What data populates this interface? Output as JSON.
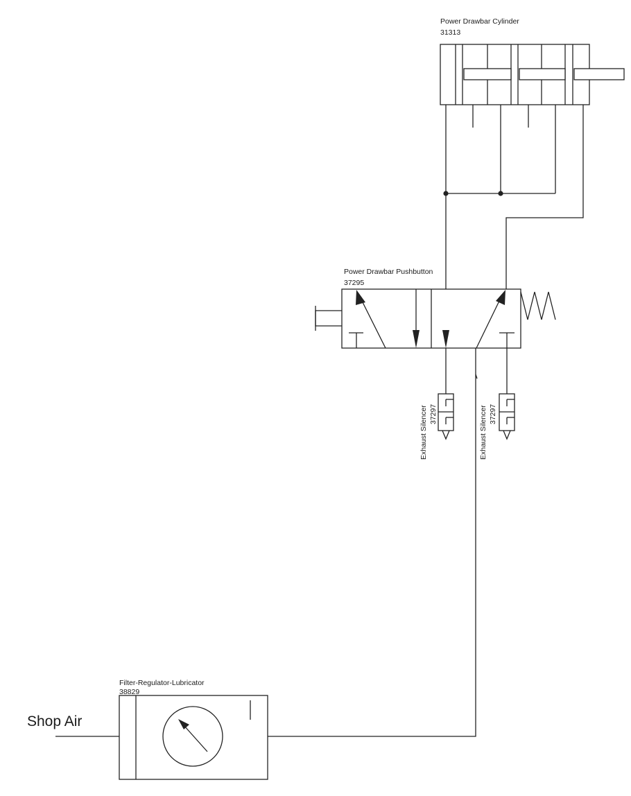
{
  "cylinder": {
    "title": "Power Drawbar Cylinder",
    "part_no": "31313"
  },
  "pushbutton": {
    "title": "Power Drawbar Pushbutton",
    "part_no": "37295"
  },
  "silencer_left": {
    "title": "Exhaust Silencer",
    "part_no": "37297"
  },
  "silencer_right": {
    "title": "Exhaust Silencer",
    "part_no": "37297"
  },
  "frl": {
    "title": "Filter-Regulator-Lubricator",
    "part_no": "38829"
  },
  "inlet": {
    "label": "Shop Air"
  }
}
